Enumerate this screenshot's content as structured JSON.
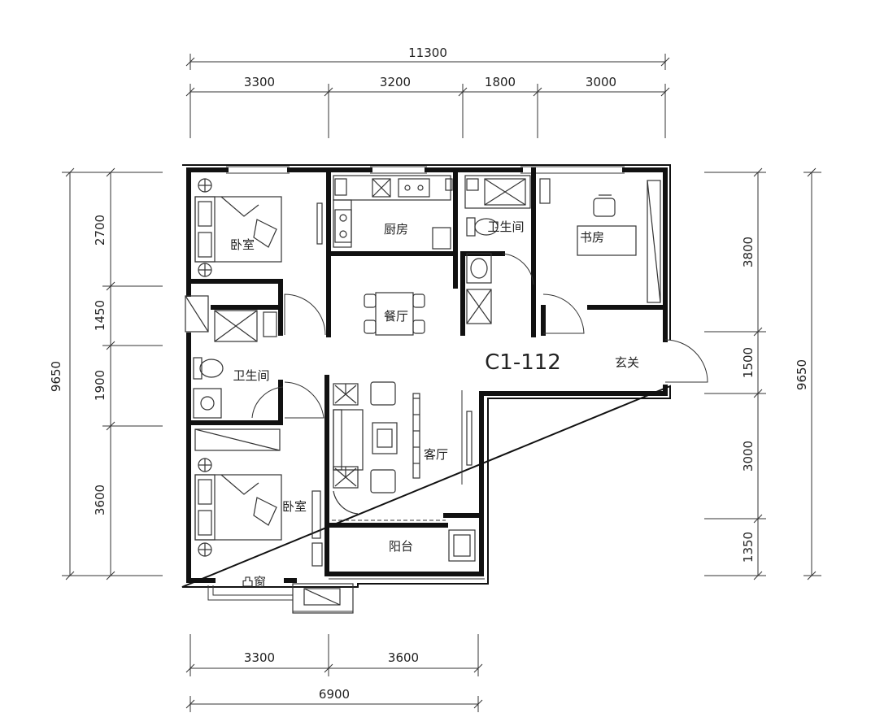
{
  "plan": {
    "model": "C1-112",
    "rooms": {
      "bedroom_top": "卧室",
      "kitchen": "厨房",
      "bathroom_top": "卫生间",
      "study": "书房",
      "dining": "餐厅",
      "entrance": "玄关",
      "bathroom_left": "卫生间",
      "living": "客厅",
      "bedroom_bottom": "卧室",
      "balcony": "阳台",
      "bay_window": "凸窗"
    },
    "dims": {
      "top_total": "11300",
      "top_segments": [
        "3300",
        "3200",
        "1800",
        "3000"
      ],
      "left_total": "9650",
      "left_segments": [
        "2700",
        "1450",
        "1900",
        "3600"
      ],
      "right_total": "9650",
      "right_segments": [
        "3800",
        "1500",
        "3000",
        "1350"
      ],
      "bottom_total": "6900",
      "bottom_segments": [
        "3300",
        "3600"
      ]
    }
  }
}
